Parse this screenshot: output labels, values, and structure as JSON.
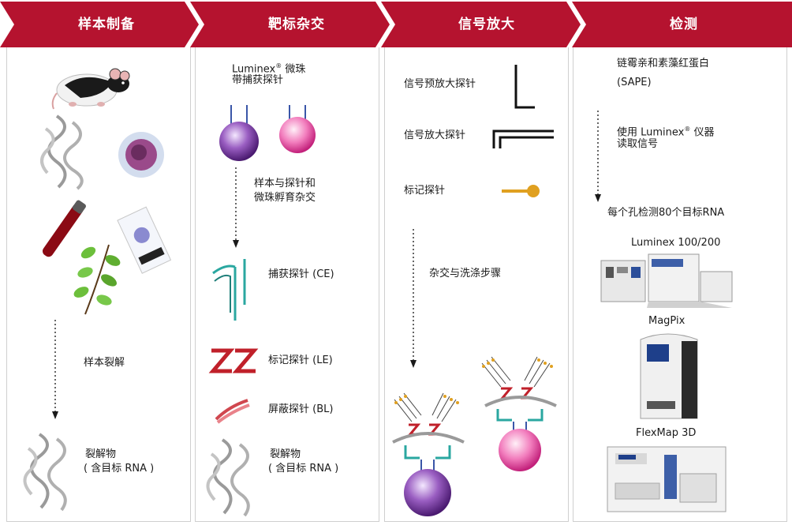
{
  "headers": [
    "样本制备",
    "靶标杂交",
    "信号放大",
    "检测"
  ],
  "col1": {
    "lysis_step": "样本裂解",
    "lysate_line1": "裂解物",
    "lysate_line2": "( 含目标 RNA )"
  },
  "col2": {
    "beads_line1_brand": "Luminex",
    "beads_line1_reg": "®",
    "beads_line1_rest": " 微珠",
    "beads_line2": "带捕获探针",
    "incubate_line1": "样本与探针和",
    "incubate_line2": "微珠孵育杂交",
    "capture_probe": "捕获探针 (CE)",
    "label_probe": "标记探针 (LE)",
    "block_probe": "屏蔽探针 (BL)",
    "lysate_line1": "裂解物",
    "lysate_line2": "( 含目标 RNA )"
  },
  "col3": {
    "preamp": "信号预放大探针",
    "amp": "信号放大探针",
    "label": "标记探针",
    "wash": "杂交与洗涤步骤"
  },
  "col4": {
    "sape_line1": "链霉亲和素藻红蛋白",
    "sape_line2": "(SAPE)",
    "read_prefix": "使用 Luminex",
    "read_reg": "®",
    "read_suffix": " 仪器",
    "read_line2": "读取信号",
    "per_well": "每个孔检测80个目标RNA",
    "inst1": "Luminex 100/200",
    "inst2": "MagPix",
    "inst3": "FlexMap 3D"
  },
  "colors": {
    "banner": "#b5132f",
    "bead_purple": "#6a2c8f",
    "bead_pink": "#e64da0",
    "capture_teal": "#2aa7a0",
    "label_red": "#c0202a",
    "label_gold": "#e0a020"
  }
}
